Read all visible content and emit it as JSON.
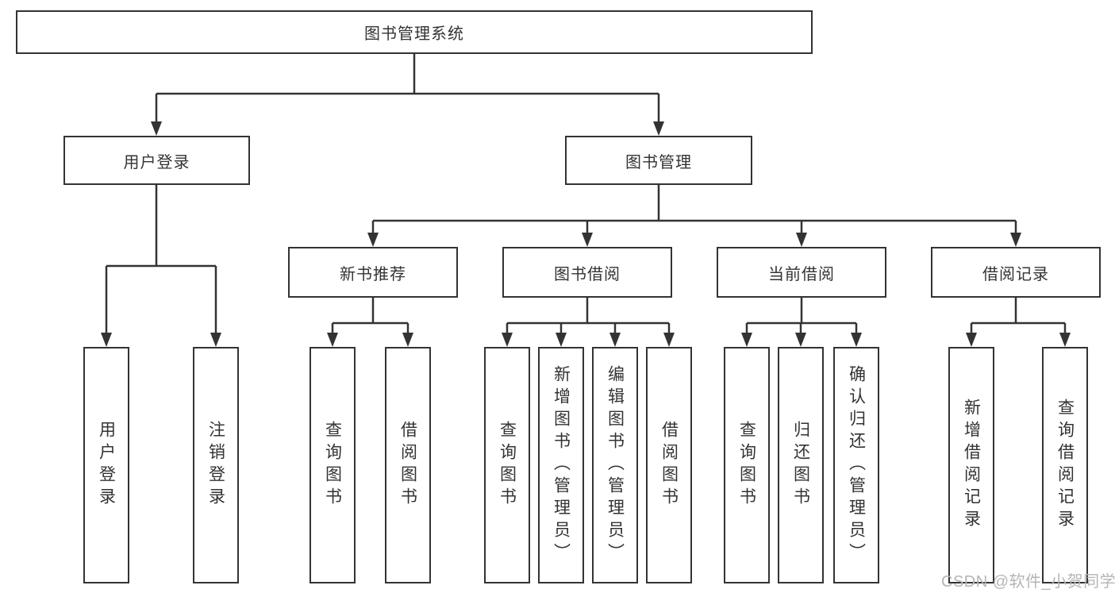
{
  "diagram": {
    "root": "图书管理系统",
    "level2": [
      "用户登录",
      "图书管理"
    ],
    "level3": [
      "新书推荐",
      "图书借阅",
      "当前借阅",
      "借阅记录"
    ],
    "leaves": {
      "user": [
        "用户登录",
        "注销登录"
      ],
      "recommend": [
        "查询图书",
        "借阅图书"
      ],
      "borrow": [
        "查询图书",
        "新增图书（管理员）",
        "编辑图书（管理员）",
        "借阅图书"
      ],
      "current": [
        "查询图书",
        "归还图书",
        "确认归还（管理员）"
      ],
      "records": [
        "新增借阅记录",
        "查询借阅记录"
      ]
    }
  },
  "watermark": "CSDN @软件_小贺同学",
  "colors": {
    "line": "#333333",
    "watermark": "#b5b5b5",
    "background": "#ffffff"
  }
}
